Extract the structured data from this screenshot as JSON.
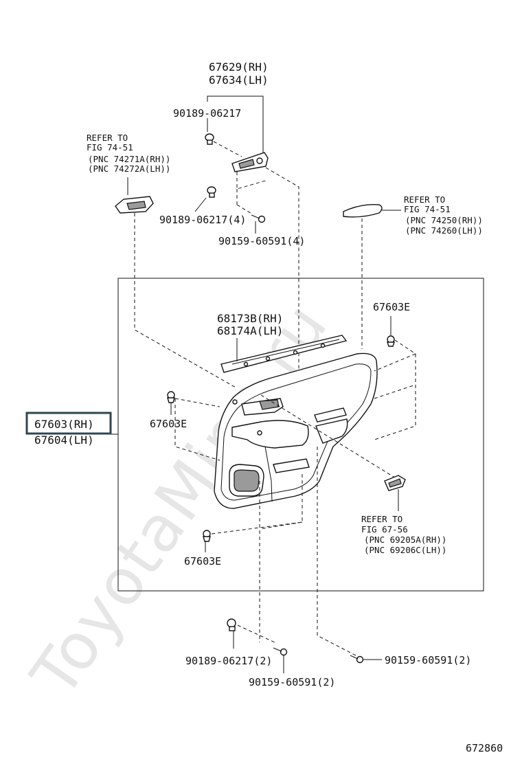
{
  "watermark": "ToyotaMine.ru",
  "diagram_number": "672860",
  "labels": {
    "top_bracket_rh": "67629(RH)",
    "top_bracket_lh": "67634(LH)",
    "clip_top": "90189-06217",
    "clip_mid": "90189-06217(4)",
    "screw_top": "90159-60591(4)",
    "refer_left_1": "REFER TO",
    "refer_left_2": "FIG 74-51",
    "refer_left_3": "(PNC 74271A(RH))",
    "refer_left_4": "(PNC 74272A(LH))",
    "refer_right_1": "REFER TO",
    "refer_right_2": "FIG 74-51",
    "refer_right_3": "(PNC 74250(RH))",
    "refer_right_4": "(PNC 74260(LH))",
    "weatherstrip_rh": "68173B(RH)",
    "weatherstrip_lh": "68174A(LH)",
    "clip_e_1": "67603E",
    "clip_e_2": "67603E",
    "clip_e_3": "67603E",
    "panel_rh": "67603(RH)",
    "panel_lh": "67604(LH)",
    "refer_bottom_1": "REFER TO",
    "refer_bottom_2": "FIG 67-56",
    "refer_bottom_3": "(PNC 69205A(RH))",
    "refer_bottom_4": "(PNC 69206C(LH))",
    "clip_bottom": "90189-06217(2)",
    "screw_bottom_left": "90159-60591(2)",
    "screw_bottom_right": "90159-60591(2)"
  },
  "colors": {
    "ink": "#111111",
    "highlight": "#2f4552",
    "watermark": "#e6e6e6"
  }
}
